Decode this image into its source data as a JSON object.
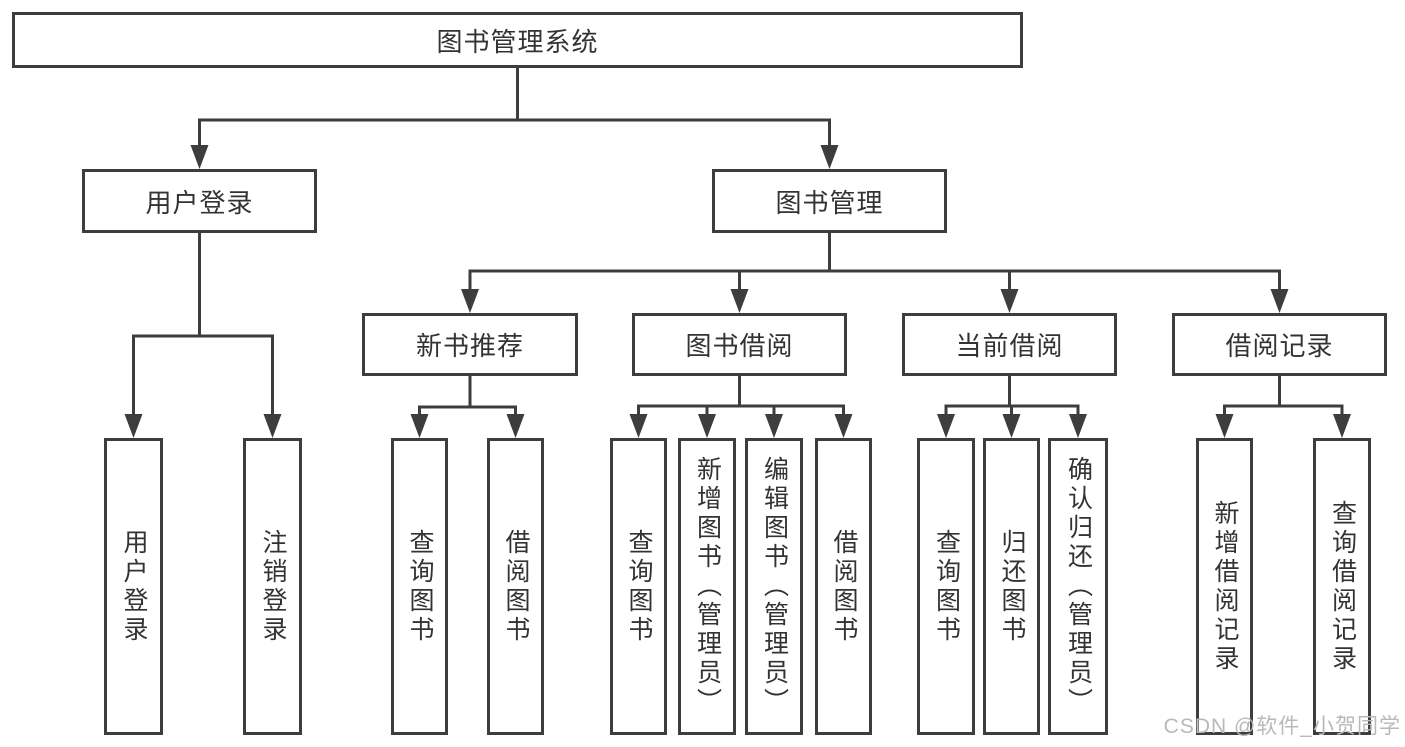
{
  "title": "图书管理系统",
  "tree": {
    "label": "图书管理系统",
    "children": [
      {
        "label": "用户登录",
        "children": [
          {
            "label": "用户登录"
          },
          {
            "label": "注销登录"
          }
        ]
      },
      {
        "label": "图书管理",
        "children": [
          {
            "label": "新书推荐",
            "children": [
              {
                "label": "查询图书"
              },
              {
                "label": "借阅图书"
              }
            ]
          },
          {
            "label": "图书借阅",
            "children": [
              {
                "label": "查询图书"
              },
              {
                "label": "新增图书（管理员）"
              },
              {
                "label": "编辑图书（管理员）"
              },
              {
                "label": "借阅图书"
              }
            ]
          },
          {
            "label": "当前借阅",
            "children": [
              {
                "label": "查询图书"
              },
              {
                "label": "归还图书"
              },
              {
                "label": "确认归还（管理员）"
              }
            ]
          },
          {
            "label": "借阅记录",
            "children": [
              {
                "label": "新增借阅记录"
              },
              {
                "label": "查询借阅记录"
              }
            ]
          }
        ]
      }
    ]
  },
  "watermark": {
    "text": "CSDN @软件_小贺同学"
  },
  "colors": {
    "line": "#3d3d3d",
    "text": "#333333",
    "watermark": "#b9b9b9",
    "background": "#ffffff"
  }
}
